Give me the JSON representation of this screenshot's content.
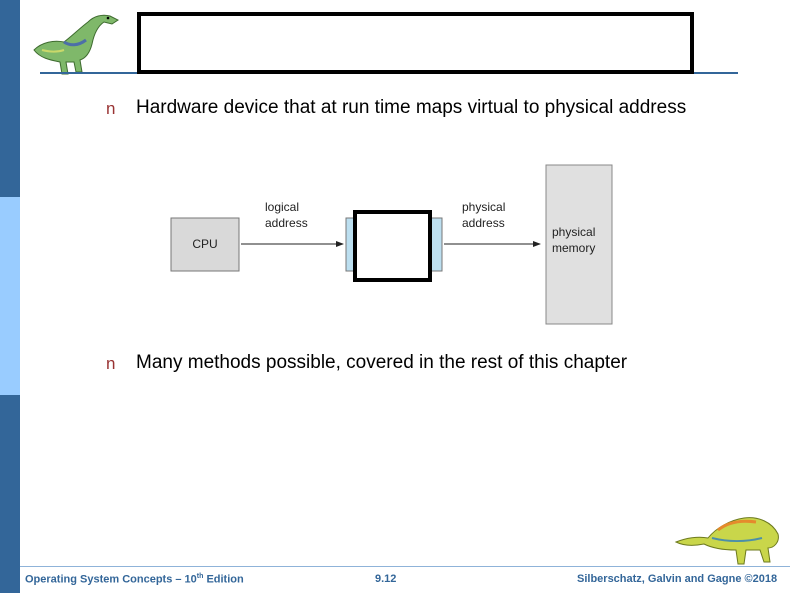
{
  "slide": {
    "title": "",
    "bullets": [
      {
        "marker": "n",
        "text": "Hardware device that at run time maps virtual to physical address"
      },
      {
        "marker": "n",
        "text": "Many methods possible, covered in the rest of this chapter"
      }
    ]
  },
  "diagram": {
    "cpu_label": "CPU",
    "arrow1_line1": "logical",
    "arrow1_line2": "address",
    "mmu_label": "",
    "arrow2_line1": "physical",
    "arrow2_line2": "address",
    "memory_line1": "physical",
    "memory_line2": "memory"
  },
  "footer": {
    "book": "Operating System Concepts – 10",
    "book_sup": "th",
    "book_suffix": " Edition",
    "page": "9.12",
    "authors": "Silberschatz, Galvin and Gagne ©2018"
  },
  "colors": {
    "sidebar": "#336699",
    "sidebar_highlight": "#99ccff",
    "bullet_marker": "#993333",
    "footer_text": "#336699"
  }
}
